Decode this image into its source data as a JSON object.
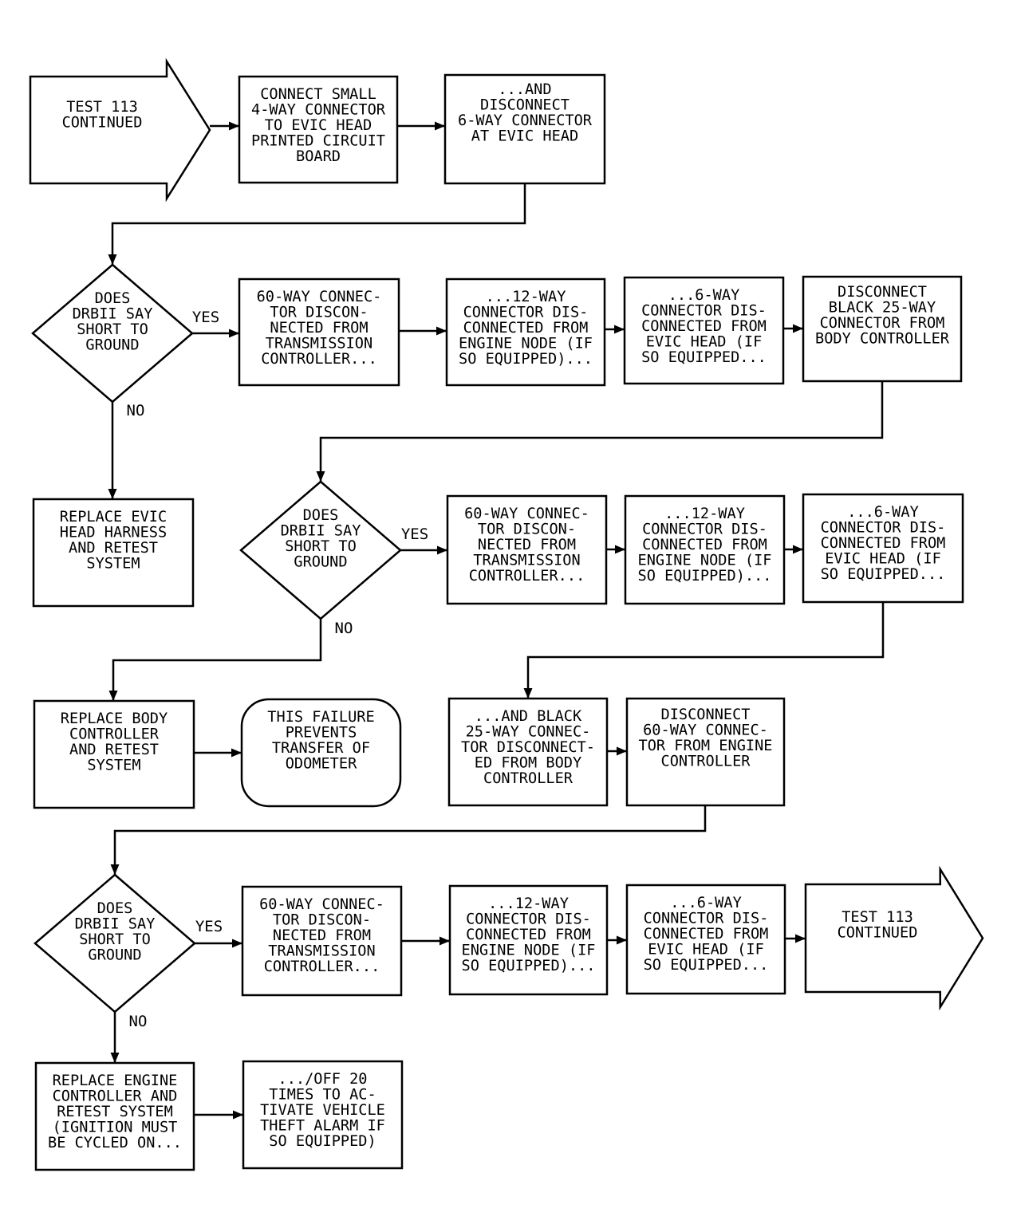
{
  "nodes": {
    "start_arrow": [
      "TEST 113",
      "CONTINUED"
    ],
    "connect_4way": [
      "CONNECT SMALL",
      "4-WAY CONNECTOR",
      "TO EVIC HEAD",
      "PRINTED CIRCUIT",
      "BOARD"
    ],
    "disconnect_6way": [
      "...AND",
      "DISCONNECT",
      "6-WAY CONNECTOR",
      "AT EVIC HEAD"
    ],
    "decision_1": [
      "DOES",
      "DRBII SAY",
      "SHORT TO",
      "GROUND"
    ],
    "r1_60way": [
      "60-WAY CONNEC-",
      "TOR DISCON-",
      "NECTED FROM",
      "TRANSMISSION",
      "CONTROLLER..."
    ],
    "r1_12way": [
      "...12-WAY",
      "CONNECTOR DIS-",
      "CONNECTED FROM",
      "ENGINE NODE (IF",
      "SO EQUIPPED)..."
    ],
    "r1_6way": [
      "...6-WAY",
      "CONNECTOR DIS-",
      "CONNECTED FROM",
      "EVIC HEAD (IF",
      "SO EQUIPPED..."
    ],
    "r1_disconnect_25way": [
      "DISCONNECT",
      "BLACK 25-WAY",
      "CONNECTOR FROM",
      "BODY CONTROLLER"
    ],
    "replace_evic": [
      "REPLACE EVIC",
      "HEAD HARNESS",
      "AND RETEST",
      "SYSTEM"
    ],
    "decision_2": [
      "DOES",
      "DRBII SAY",
      "SHORT TO",
      "GROUND"
    ],
    "r2_60way": [
      "60-WAY CONNEC-",
      "TOR DISCON-",
      "NECTED FROM",
      "TRANSMISSION",
      "CONTROLLER..."
    ],
    "r2_12way": [
      "...12-WAY",
      "CONNECTOR DIS-",
      "CONNECTED FROM",
      "ENGINE NODE (IF",
      "SO EQUIPPED)..."
    ],
    "r2_6way": [
      "...6-WAY",
      "CONNECTOR DIS-",
      "CONNECTED FROM",
      "EVIC HEAD (IF",
      "SO EQUIPPED..."
    ],
    "replace_body": [
      "REPLACE BODY",
      "CONTROLLER",
      "AND RETEST",
      "SYSTEM"
    ],
    "failure_note": [
      "THIS FAILURE",
      "PREVENTS",
      "TRANSFER OF",
      "ODOMETER"
    ],
    "r3_black_25way": [
      "...AND BLACK",
      "25-WAY CONNEC-",
      "TOR DISCONNECT-",
      "ED FROM BODY",
      "CONTROLLER"
    ],
    "r3_disconnect_60way": [
      "DISCONNECT",
      "60-WAY CONNEC-",
      "TOR FROM ENGINE",
      "CONTROLLER"
    ],
    "decision_3": [
      "DOES",
      "DRBII SAY",
      "SHORT TO",
      "GROUND"
    ],
    "r4_60way": [
      "60-WAY CONNEC-",
      "TOR DISCON-",
      "NECTED FROM",
      "TRANSMISSION",
      "CONTROLLER..."
    ],
    "r4_12way": [
      "...12-WAY",
      "CONNECTOR DIS-",
      "CONNECTED FROM",
      "ENGINE NODE (IF",
      "SO EQUIPPED)..."
    ],
    "r4_6way": [
      "...6-WAY",
      "CONNECTOR DIS-",
      "CONNECTED FROM",
      "EVIC HEAD (IF",
      "SO EQUIPPED..."
    ],
    "end_arrow": [
      "TEST 113",
      "CONTINUED"
    ],
    "replace_engine": [
      "REPLACE ENGINE",
      "CONTROLLER AND",
      "RETEST SYSTEM",
      "(IGNITION MUST",
      "BE CYCLED ON..."
    ],
    "vta_note": [
      ".../OFF 20",
      "TIMES TO AC-",
      "TIVATE VEHICLE",
      "THEFT ALARM IF",
      "SO EQUIPPED)"
    ]
  },
  "edge_labels": {
    "yes": "YES",
    "no": "NO"
  }
}
